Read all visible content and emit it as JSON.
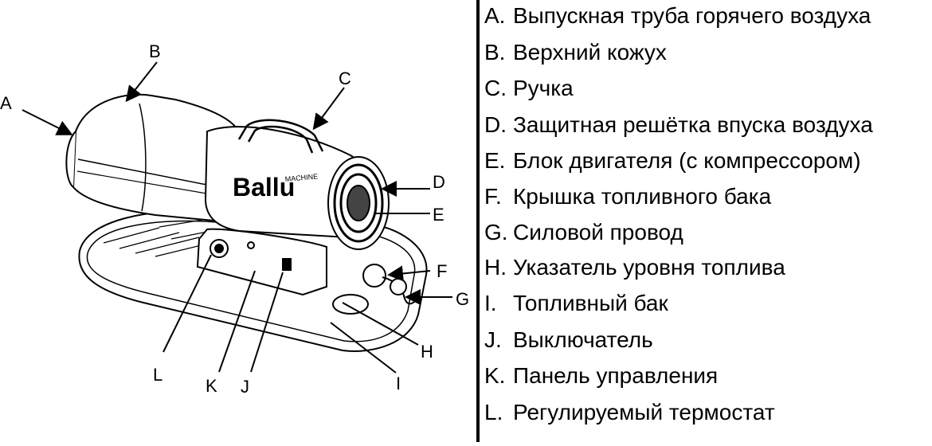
{
  "callouts": {
    "A": "A",
    "B": "B",
    "C": "C",
    "D": "D",
    "E": "E",
    "F": "F",
    "G": "G",
    "H": "H",
    "I": "I",
    "J": "J",
    "K": "K",
    "L": "L"
  },
  "brand": {
    "name": "Ballu",
    "sub": "MACHINE"
  },
  "legend": [
    {
      "letter": "A.",
      "text": "Выпускная труба горячего воздуха"
    },
    {
      "letter": "B.",
      "text": "Верхний кожух"
    },
    {
      "letter": "C.",
      "text": "Ручка"
    },
    {
      "letter": "D.",
      "text": "Защитная решётка впуска воздуха"
    },
    {
      "letter": "E.",
      "text": "Блок двигателя (с компрессором)"
    },
    {
      "letter": "F.",
      "text": "Крышка топливного бака"
    },
    {
      "letter": "G.",
      "text": "Силовой провод"
    },
    {
      "letter": "H.",
      "text": "Указатель уровня топлива"
    },
    {
      "letter": "I.",
      "text": "Топливный бак"
    },
    {
      "letter": "J.",
      "text": "Выключатель"
    },
    {
      "letter": "K.",
      "text": "Панель управления"
    },
    {
      "letter": "L.",
      "text": "Регулируемый термостат"
    }
  ]
}
